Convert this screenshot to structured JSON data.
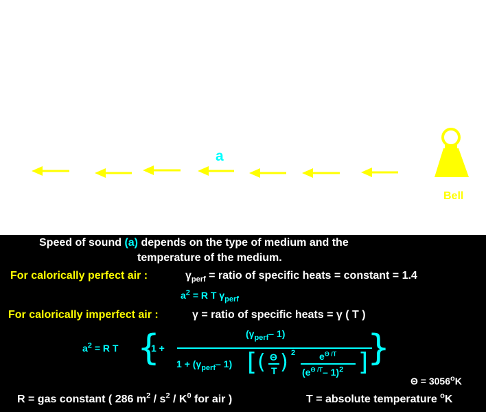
{
  "diagram": {
    "wave_label": "a",
    "bell_label": "Bell",
    "arrow_color": "#ffff00",
    "label_color": "#00ffff",
    "bell_color": "#ffff00"
  },
  "text": {
    "intro_1a": "Speed  of  sound",
    "intro_1b": "(a)",
    "intro_1c": "depends  on  the  type  of  medium  and  the",
    "intro_2": "temperature  of  the  medium.",
    "perfect_heading": "For  calorically  perfect  air :",
    "perfect_gamma": "γ",
    "perfect_gamma_sub": "perf",
    "perfect_def": "= ratio  of  specific  heats = constant  = 1.4",
    "eq1_lhs": "a",
    "eq1_exp": "2",
    "eq1_rhs": "=  R  T  γ",
    "eq1_sub": "perf",
    "imperfect_heading": "For  calorically  imperfect  air :",
    "imperfect_def": "γ  = ratio  of  specific  heats =  γ  ( T )",
    "eq2_lhs": "a",
    "eq2_exp": "2",
    "eq2_rt": "=  R  T",
    "eq2_one": "1 +",
    "eq2_num": "(γ",
    "eq2_num_sub": "perf",
    "eq2_num_end": "– 1)",
    "eq2_den_a": "1 + (γ",
    "eq2_den_sub": "perf",
    "eq2_den_b": "– 1)",
    "eq2_theta": "Θ",
    "eq2_T": "T",
    "eq2_sq": "2",
    "eq2_e_top": "e",
    "eq2_e_top_exp": "Θ /T",
    "eq2_e_bot": "(e",
    "eq2_e_bot_exp": "Θ /T",
    "eq2_e_bot_end": "– 1)",
    "eq2_e_bot_sq": "2",
    "theta_value": "Θ =  3056",
    "theta_unit": "o",
    "theta_K": "K",
    "R_def_a": "R = gas  constant  ( 286  m",
    "R_def_m_exp": "2",
    "R_def_b": "/ s",
    "R_def_s_exp": "2",
    "R_def_c": "/ K",
    "R_def_k_exp": "0",
    "R_def_d": "  for  air )",
    "T_def": "T = absolute  temperature",
    "T_def_unit": "o",
    "T_def_K": "K"
  }
}
